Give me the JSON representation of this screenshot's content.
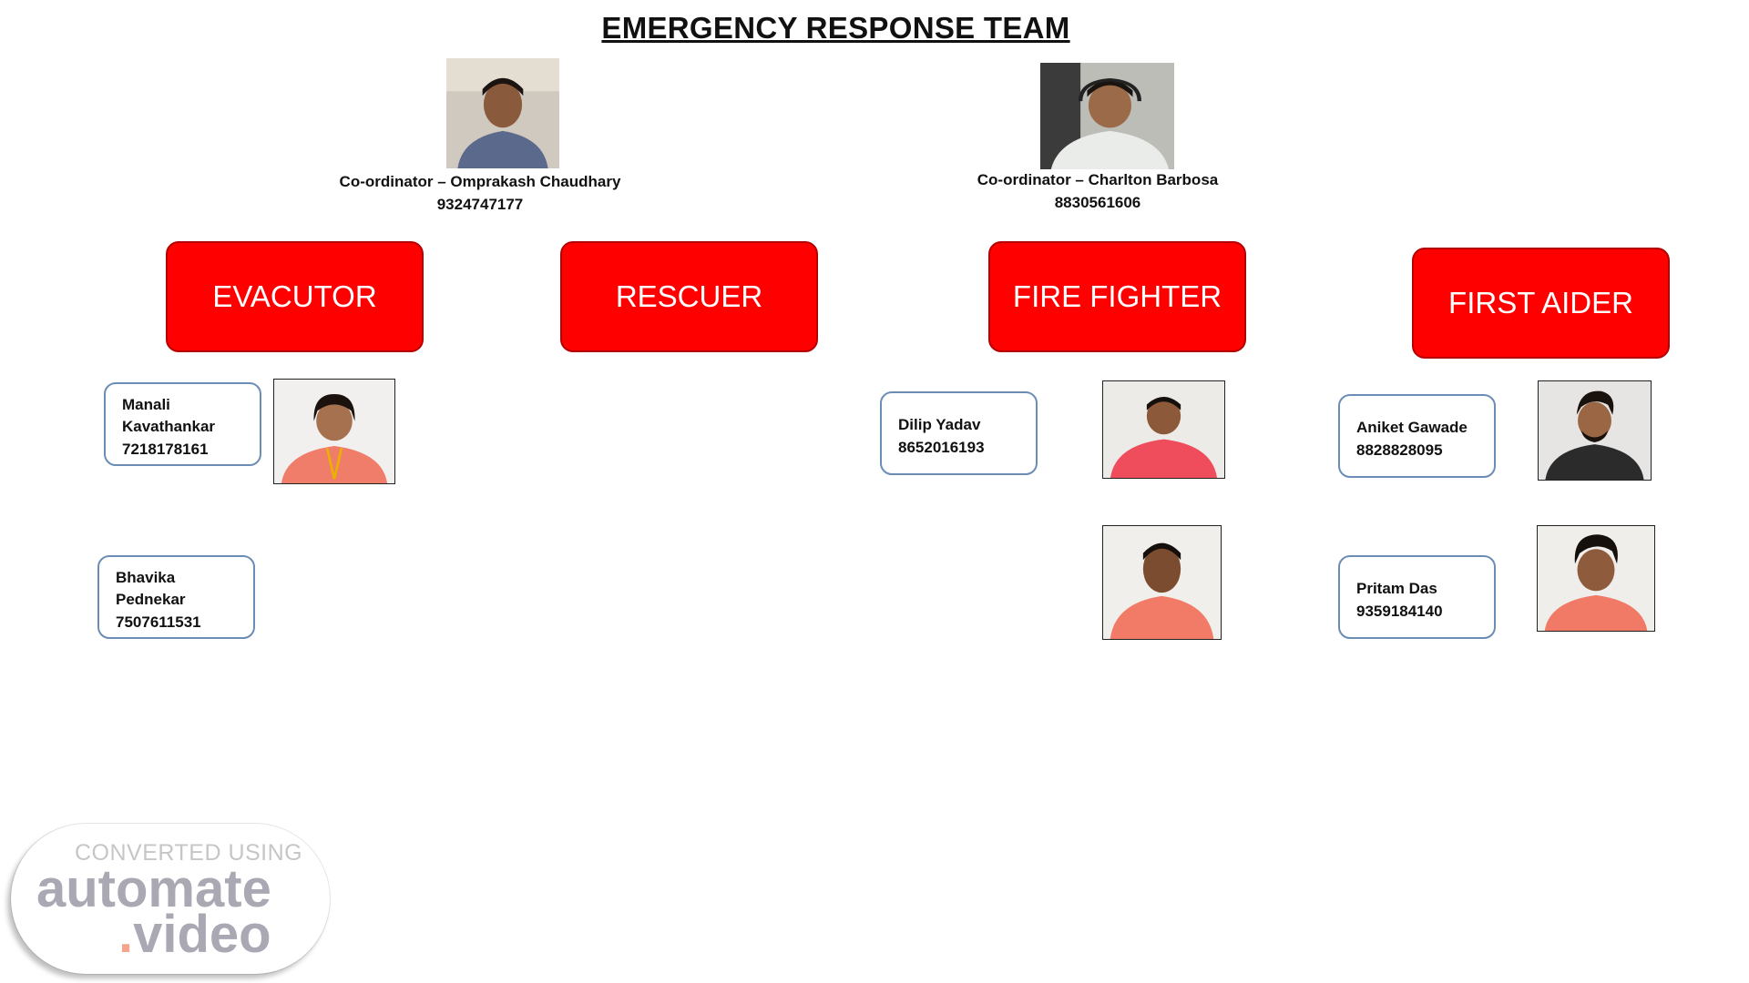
{
  "title": "EMERGENCY RESPONSE TEAM",
  "coordinators": [
    {
      "label": "Co-ordinator – Omprakash Chaudhary",
      "phone": "9324747177"
    },
    {
      "label": "Co-ordinator – Charlton Barbosa",
      "phone": "8830561606"
    }
  ],
  "roles": [
    "EVACUTOR",
    "RESCUER",
    "FIRE FIGHTER",
    "FIRST AIDER"
  ],
  "members": {
    "evacutor": [
      {
        "name_lines": [
          "Manali",
          "Kavathankar"
        ],
        "phone": "7218178161"
      },
      {
        "name_lines": [
          "Bhavika",
          "Pednekar"
        ],
        "phone": "7507611531"
      }
    ],
    "fire_fighter": [
      {
        "name": "Dilip Yadav",
        "phone": "8652016193"
      }
    ],
    "first_aider": [
      {
        "name": "Aniket Gawade",
        "phone": "8828828095"
      },
      {
        "name": "Pritam Das",
        "phone": "9359184140"
      }
    ]
  },
  "watermark": {
    "line1": "CONVERTED USING",
    "line2": "automate",
    "dot": ".",
    "line3": "video"
  },
  "colors": {
    "role_box": "#ff0000",
    "member_border": "#6b8db5",
    "text": "#111111"
  }
}
